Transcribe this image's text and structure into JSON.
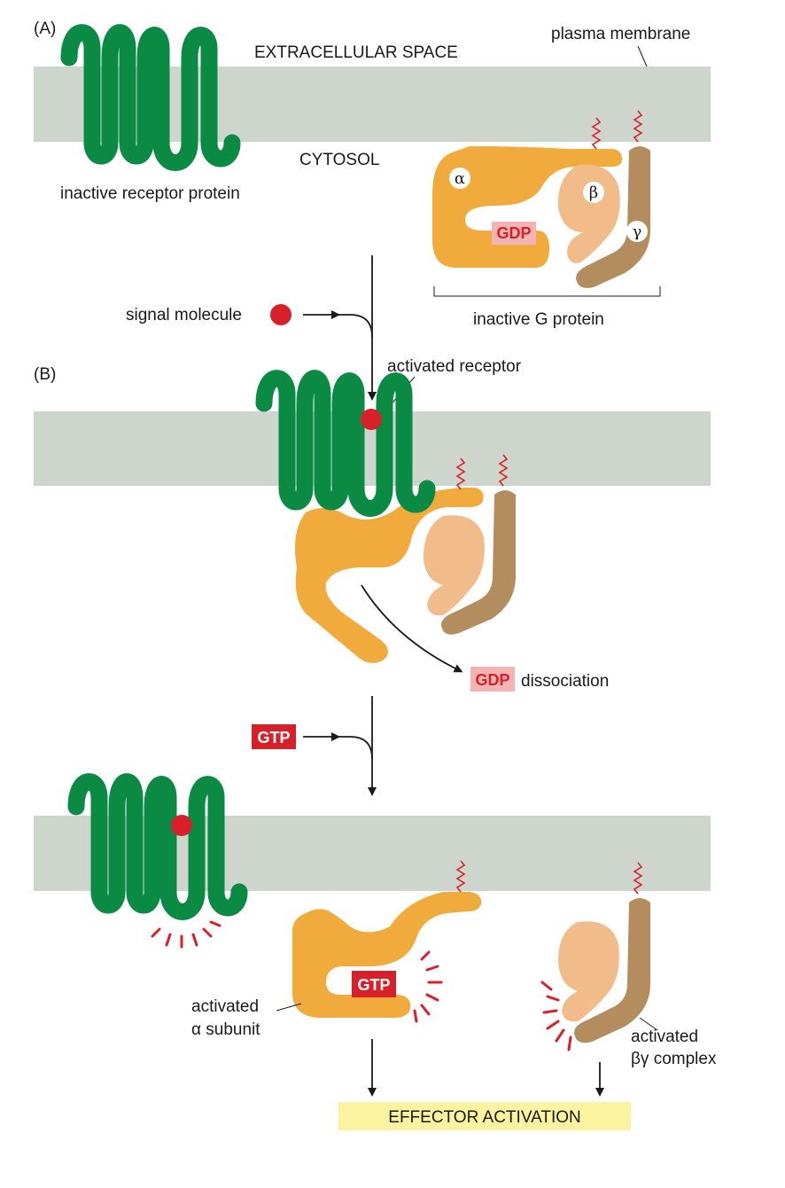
{
  "panel_a": {
    "label": "(A)",
    "extracellular": "EXTRACELLULAR SPACE",
    "cytosol": "CYTOSOL",
    "membrane_label": "plasma membrane",
    "receptor_label": "inactive receptor protein",
    "g_protein_label": "inactive G protein",
    "alpha": "α",
    "beta": "β",
    "gamma": "γ",
    "gdp": "GDP"
  },
  "signal_molecule": "signal molecule",
  "panel_b": {
    "label": "(B)",
    "activated_receptor": "activated receptor",
    "gdp": "GDP",
    "dissociation": "dissociation"
  },
  "gtp_input": "GTP",
  "panel_c": {
    "gtp": "GTP",
    "alpha_line1": "activated",
    "alpha_line2": "α subunit",
    "bg_line1": "activated",
    "bg_line2": "βγ complex"
  },
  "effector": "EFFECTOR ACTIVATION",
  "colors": {
    "membrane": "#cdd5cc",
    "receptor": "#0a8a43",
    "alpha_subunit": "#f0ab3c",
    "beta_subunit": "#f2bb8a",
    "gamma_subunit": "#b38d5e",
    "signal": "#d8202a",
    "gdp_bg": "#f3b5b3",
    "gtp_bg": "#d8202a",
    "effector_bg": "#fbf3a0"
  }
}
